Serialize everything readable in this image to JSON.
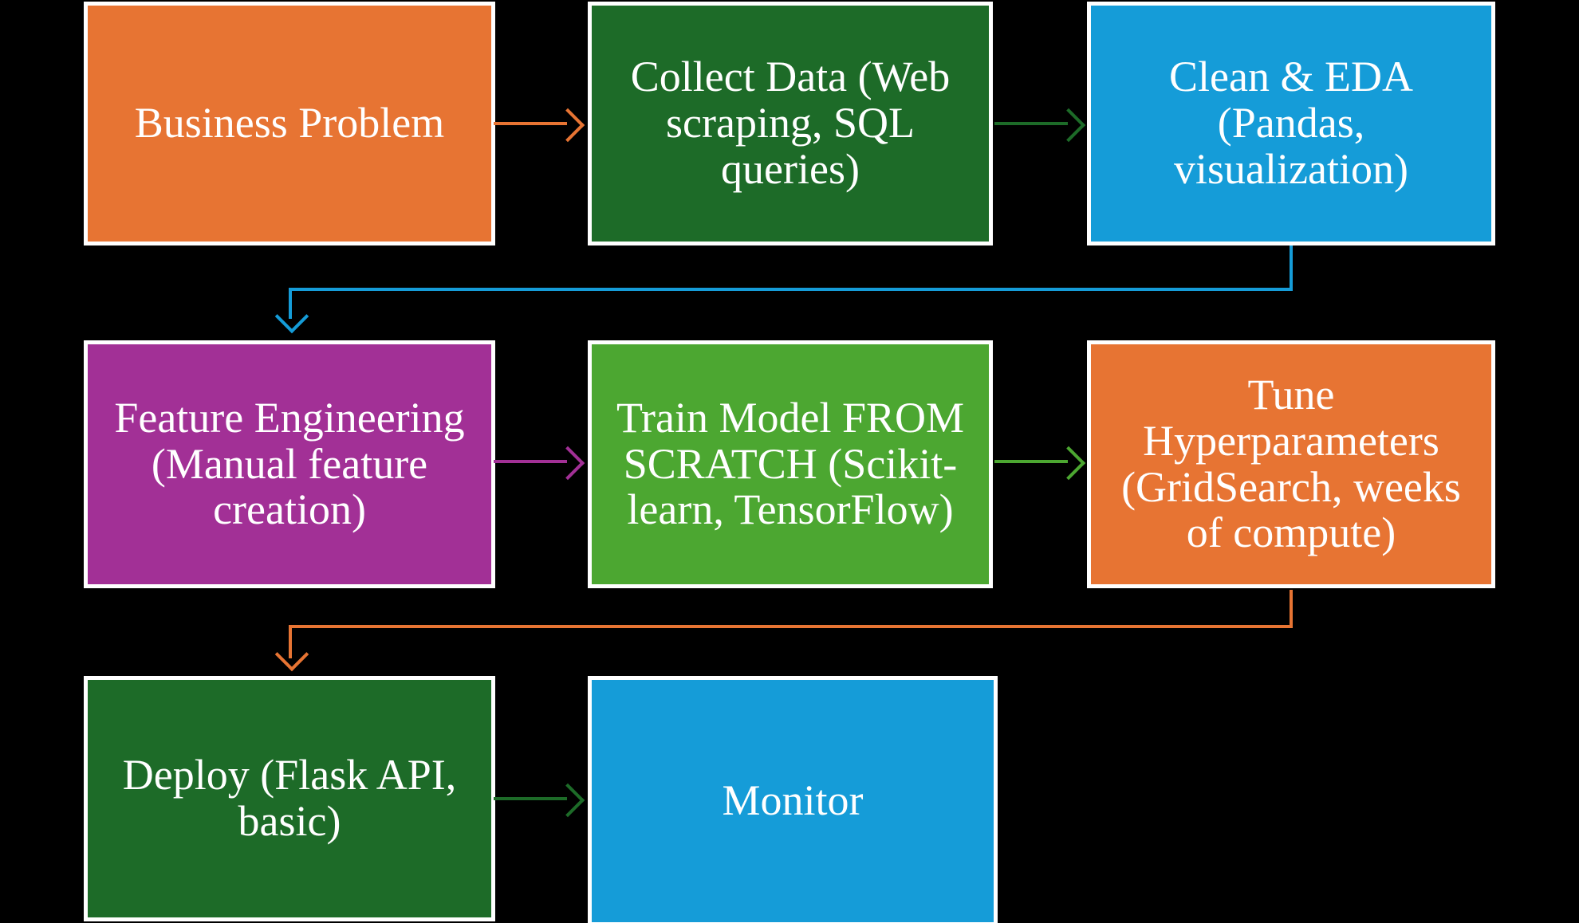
{
  "diagram": {
    "title": "ML workflow flowchart",
    "background_color": "#000000",
    "text_color": "#FFFFFF",
    "box_border_color": "#FFFFFF",
    "nodes": [
      {
        "id": "business-problem",
        "label": "Business Problem",
        "color": "#E77433"
      },
      {
        "id": "collect-data",
        "label": "Collect Data (Web\nscraping, SQL\nqueries)",
        "color": "#1D6B28"
      },
      {
        "id": "clean-eda",
        "label": "Clean & EDA\n(Pandas,\nvisualization)",
        "color": "#159CD8"
      },
      {
        "id": "feature-engineering",
        "label": "Feature Engineering\n(Manual feature\ncreation)",
        "color": "#A23096"
      },
      {
        "id": "train-model",
        "label": "Train Model FROM\nSCRATCH (Scikit-\nlearn, TensorFlow)",
        "color": "#4CA731"
      },
      {
        "id": "tune-hyperparameters",
        "label": "Tune\nHyperparameters\n(GridSearch, weeks\nof compute)",
        "color": "#E77433"
      },
      {
        "id": "deploy",
        "label": "Deploy (Flask API,\nbasic)",
        "color": "#1D6B28"
      },
      {
        "id": "monitor",
        "label": "Monitor",
        "color": "#159CD8"
      }
    ],
    "connectors": [
      {
        "from": "business-problem",
        "to": "collect-data",
        "color": "#E77433"
      },
      {
        "from": "collect-data",
        "to": "clean-eda",
        "color": "#1D6B28"
      },
      {
        "from": "clean-eda",
        "to": "feature-engineering",
        "color": "#159CD8"
      },
      {
        "from": "feature-engineering",
        "to": "train-model",
        "color": "#A23096"
      },
      {
        "from": "train-model",
        "to": "tune-hyperparameters",
        "color": "#4CA731"
      },
      {
        "from": "tune-hyperparameters",
        "to": "deploy",
        "color": "#E77433"
      },
      {
        "from": "deploy",
        "to": "monitor",
        "color": "#1D6B28"
      }
    ]
  }
}
